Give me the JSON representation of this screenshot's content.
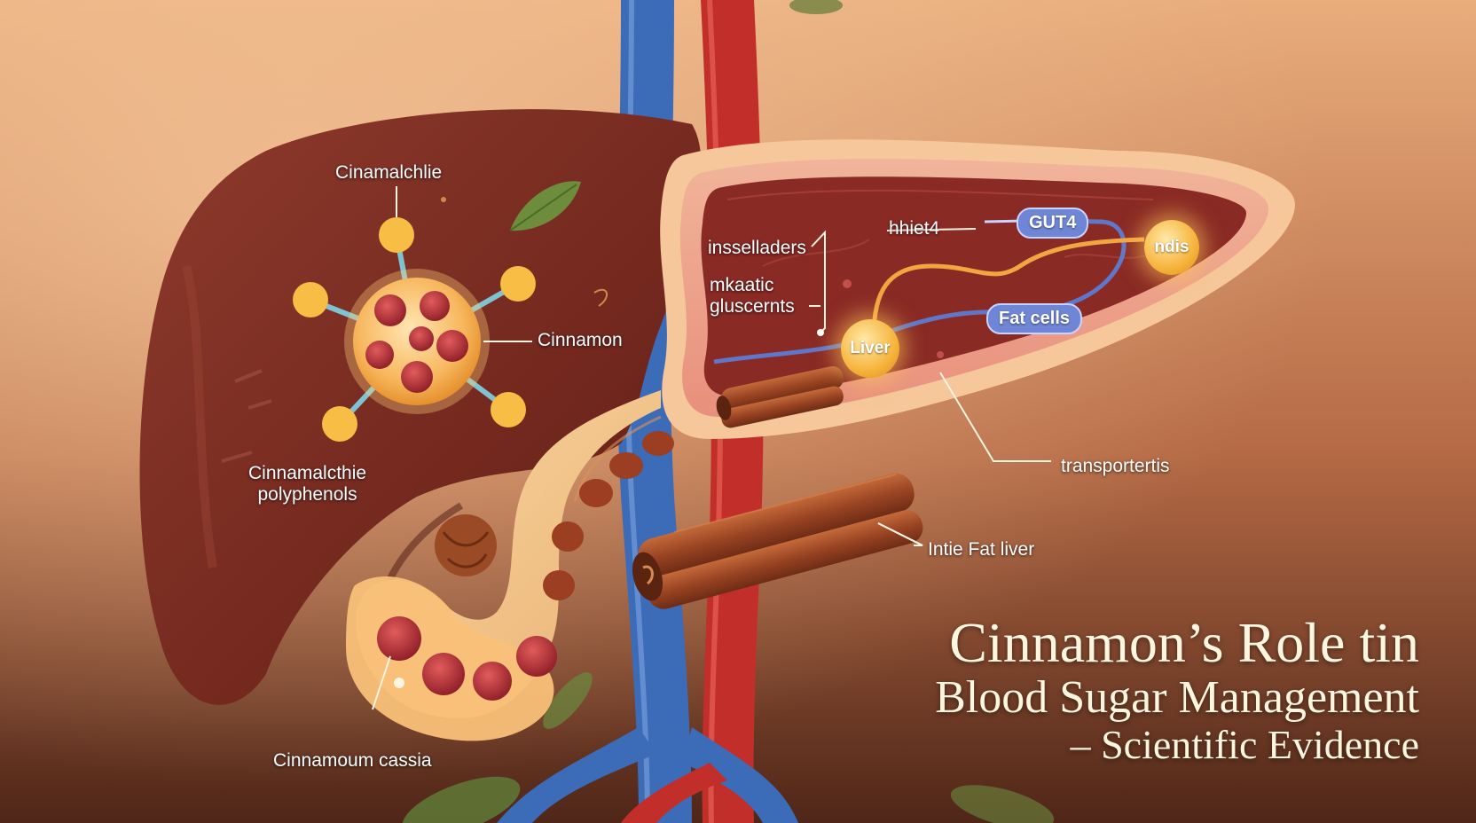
{
  "colors": {
    "background_top": "#e8a978",
    "background_bottom": "#5a2d1e",
    "liver": "#7a2e22",
    "artery": "#c9302c",
    "vein": "#3e6fbf",
    "pancreas_tissue": "#f3c38a",
    "cinnamon": "#9a4a24"
  },
  "labels": {
    "molecule_top": "Cinamalchlie",
    "molecule_right": "Cinnamon",
    "molecule_bottom": "Cinnamalcthie\npolyphenols",
    "cassia": "Cinnamoum cassia",
    "insulators": "insselladers",
    "metabolic": "mkaatic\ngluscernts",
    "inhibit": "hhiet4",
    "glut4": "GUT4",
    "cells": "ndis",
    "fat_cells": "Fat cells",
    "liver_node": "Liver",
    "transporters": "transportertis",
    "fat_liver": "Intie Fat liver"
  },
  "title": {
    "line1": "Cinnamon’s Role tin",
    "line2": "Blood Sugar Management",
    "line3": "– Scientific Evidence"
  }
}
